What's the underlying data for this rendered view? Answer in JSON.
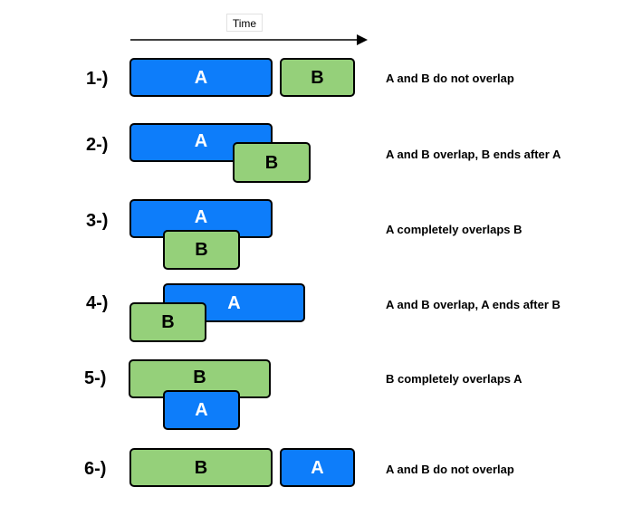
{
  "header": {
    "time_label": "Time"
  },
  "labels": {
    "a": "A",
    "b": "B"
  },
  "colors": {
    "a_fill": "#0d7dfa",
    "b_fill": "#95d07a",
    "outline": "#000000"
  },
  "rows": [
    {
      "label": "1-)",
      "description": "A and B do not overlap"
    },
    {
      "label": "2-)",
      "description": "A and B overlap, B ends after A"
    },
    {
      "label": "3-)",
      "description": "A completely overlaps B"
    },
    {
      "label": "4-)",
      "description": "A and B overlap, A ends after B"
    },
    {
      "label": "5-)",
      "description": "B completely overlaps A"
    },
    {
      "label": "6-)",
      "description": "A and B do not overlap"
    }
  ]
}
